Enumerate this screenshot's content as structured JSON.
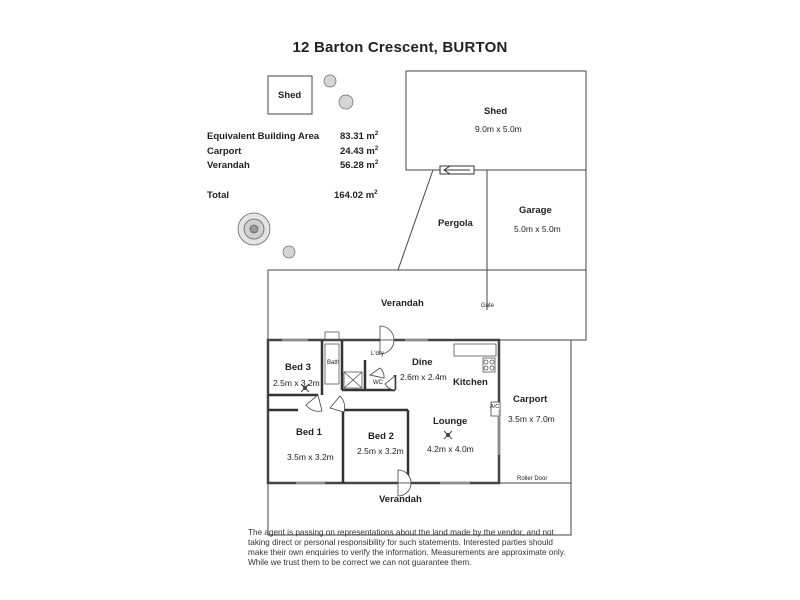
{
  "title": "12 Barton Crescent, BURTON",
  "areas": {
    "rows": [
      {
        "label": "Equivalent Building Area",
        "value": "83.31",
        "unit": "m"
      },
      {
        "label": "Carport",
        "value": "24.43",
        "unit": "m"
      },
      {
        "label": "Verandah",
        "value": "56.28",
        "unit": "m"
      }
    ],
    "total": {
      "label": "Total",
      "value": "164.02",
      "unit": "m"
    },
    "unit_sup": "2"
  },
  "labels": {
    "small_shed": "Shed",
    "shed": {
      "name": "Shed",
      "dim": "9.0m x 5.0m"
    },
    "pergola": "Pergola",
    "garage": {
      "name": "Garage",
      "dim": "5.0m x 5.0m"
    },
    "verandah_top": "Verandah",
    "gate": "Gate",
    "bed3": {
      "name": "Bed 3",
      "dim": "2.5m x 3.2m"
    },
    "bath": "Bath",
    "ldry": "L'dry",
    "wc": "WC",
    "dine": {
      "name": "Dine",
      "dim": "2.6m x 2.4m"
    },
    "kitchen": "Kitchen",
    "carport": {
      "name": "Carport",
      "dim": "3.5m x 7.0m"
    },
    "ac": "A/C",
    "bed1": {
      "name": "Bed 1",
      "dim": "3.5m x 3.2m"
    },
    "bed2": {
      "name": "Bed 2",
      "dim": "2.5m x 3.2m"
    },
    "lounge": {
      "name": "Lounge",
      "dim": "4.2m x 4.0m"
    },
    "roller_door": "Roller Door",
    "verandah_bottom": "Verandah"
  },
  "disclaimer": "The agent is passing on representations about the land made by the vendor, and not taking direct or personal responsibility for such statements. Interested parties should make their own enquiries to verify the information. Measurements are approximate only. While we trust them to be correct we can not guarantee them."
}
